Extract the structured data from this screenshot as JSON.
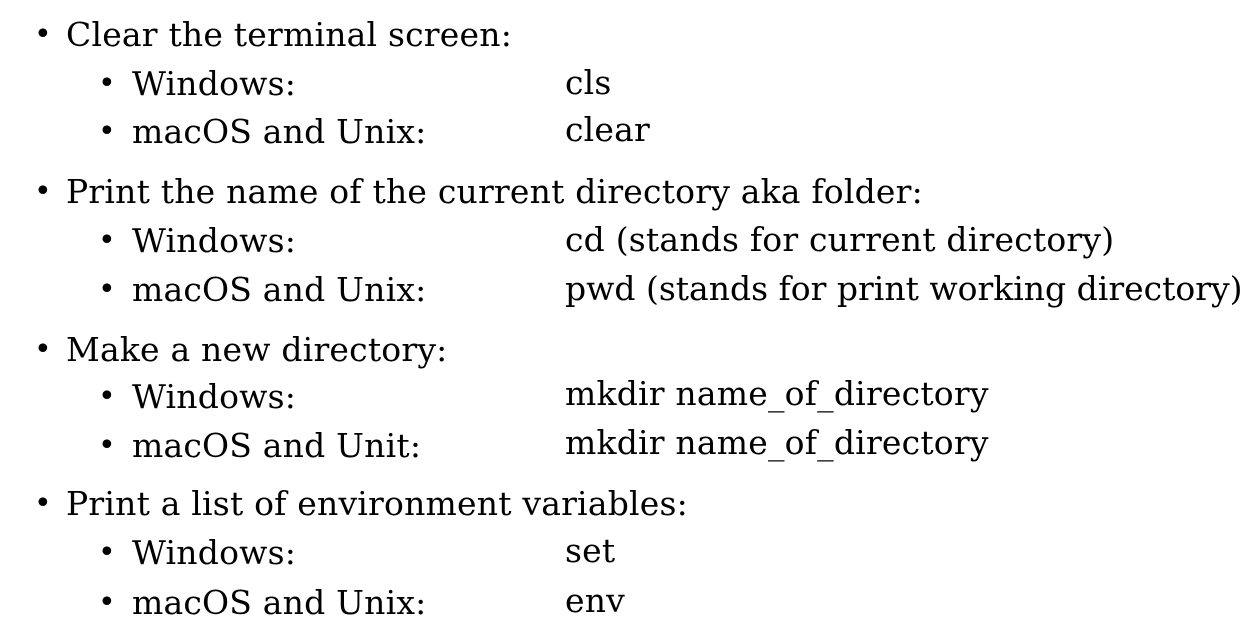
{
  "sections": [
    {
      "heading": "Clear the terminal screen:",
      "items": [
        {
          "platform": "Windows:",
          "command": "cls"
        },
        {
          "platform": "macOS and Unix:",
          "command": "clear"
        }
      ]
    },
    {
      "heading": "Print the name of the current directory aka folder:",
      "items": [
        {
          "platform": "Windows:",
          "command": "cd (stands for current directory)"
        },
        {
          "platform": "macOS and Unix:",
          "command": "pwd (stands for print working directory)"
        }
      ]
    },
    {
      "heading": "Make a new directory:",
      "items": [
        {
          "platform": "Windows:",
          "command": "mkdir name_of_directory"
        },
        {
          "platform": "macOS and Unit:",
          "command": "mkdir name_of_directory"
        }
      ]
    },
    {
      "heading": "Print a list of environment variables:",
      "items": [
        {
          "platform": "Windows:",
          "command": "set"
        },
        {
          "platform": "macOS and Unix:",
          "command": "env"
        }
      ]
    }
  ],
  "bullet_char": "•"
}
